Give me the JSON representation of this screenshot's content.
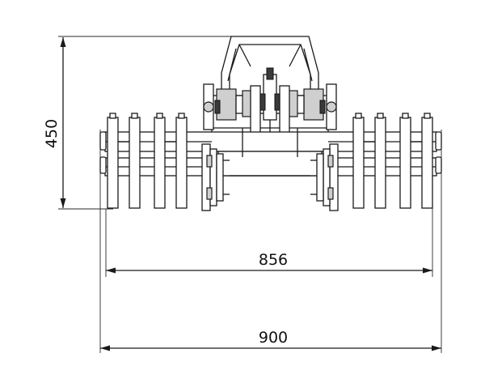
{
  "dimensions": {
    "height": {
      "value": "450"
    },
    "inner_width": {
      "value": "856"
    },
    "outer_width": {
      "value": "900"
    }
  },
  "colors": {
    "line": "#1a1a1a",
    "background": "#ffffff"
  }
}
